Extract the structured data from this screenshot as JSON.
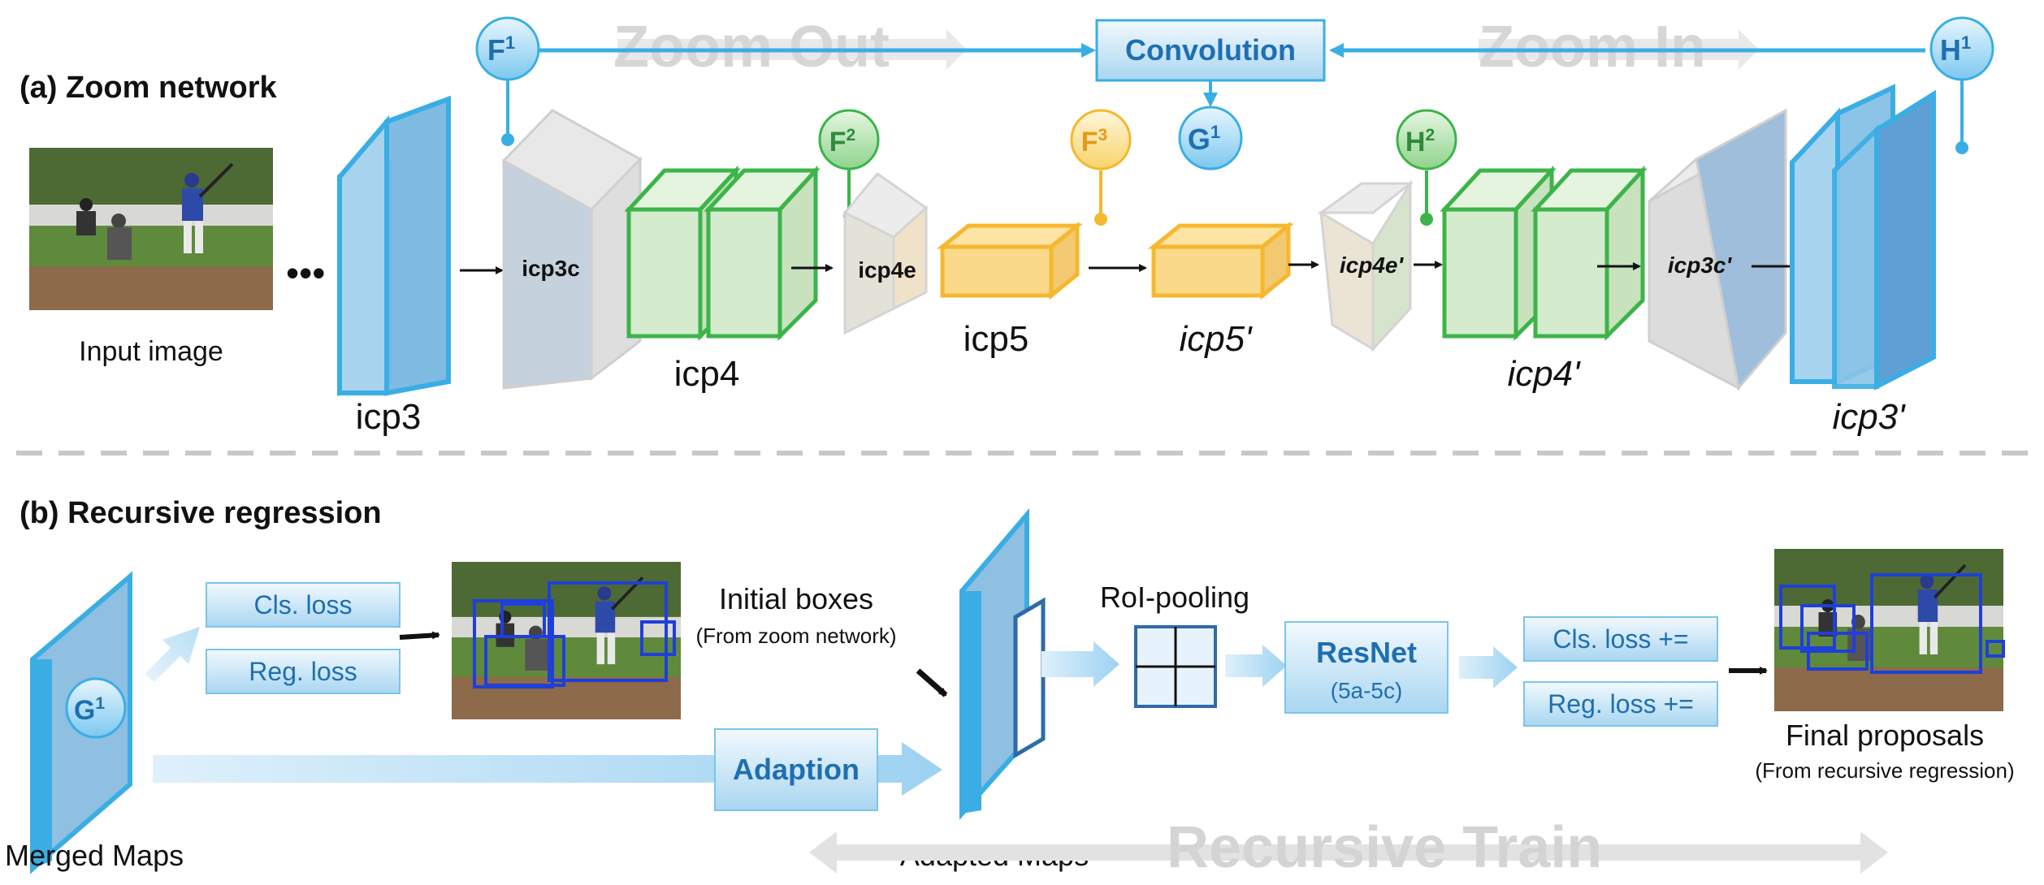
{
  "section_a": {
    "label": "(a) Zoom network"
  },
  "section_b": {
    "label": "(b) Recursive regression"
  },
  "zoom": {
    "zoom_out": "Zoom Out",
    "zoom_in": "Zoom In",
    "convolution": "Convolution",
    "nodes": {
      "F1": {
        "letter": "F",
        "sup": "1"
      },
      "F2": {
        "letter": "F",
        "sup": "2"
      },
      "F3": {
        "letter": "F",
        "sup": "3"
      },
      "G1": {
        "letter": "G",
        "sup": "1"
      },
      "H1": {
        "letter": "H",
        "sup": "1"
      },
      "H2": {
        "letter": "H",
        "sup": "2"
      }
    },
    "input_image_label": "Input image",
    "ellipsis": "•••",
    "labels": {
      "icp3": "icp3",
      "icp3c": "icp3c",
      "icp4": "icp4",
      "icp4e": "icp4e",
      "icp5": "icp5",
      "icp5p": "icp5'",
      "icp4ep": "icp4e'",
      "icp4p": "icp4'",
      "icp3cp": "icp3c'",
      "icp3p": "icp3'"
    }
  },
  "regression": {
    "merged_node": {
      "letter": "G",
      "sup": "1"
    },
    "merged_maps": "Merged Maps",
    "cls_loss": "Cls. loss",
    "reg_loss": "Reg. loss",
    "initial_boxes": "Initial boxes",
    "from_zoom": "(From zoom network)",
    "adaption": "Adaption",
    "adapted_maps": "Adapted Maps",
    "roi_pooling": "RoI-pooling",
    "resnet": "ResNet",
    "resnet_sub": "(5a-5c)",
    "cls_loss_plus": "Cls. loss +=",
    "reg_loss_plus": "Reg. loss +=",
    "final_proposals": "Final proposals",
    "from_recursive": "(From recursive regression)",
    "recursive_train": "Recursive Train"
  },
  "colors": {
    "blue": "#3aaee4",
    "blue_fill": "#a7d3ef",
    "green": "#3cb44a",
    "green_fill": "#d5ebcd",
    "yellow": "#f5b82e",
    "yellow_fill": "#fbd98a",
    "gray": "#c9c9c9"
  }
}
